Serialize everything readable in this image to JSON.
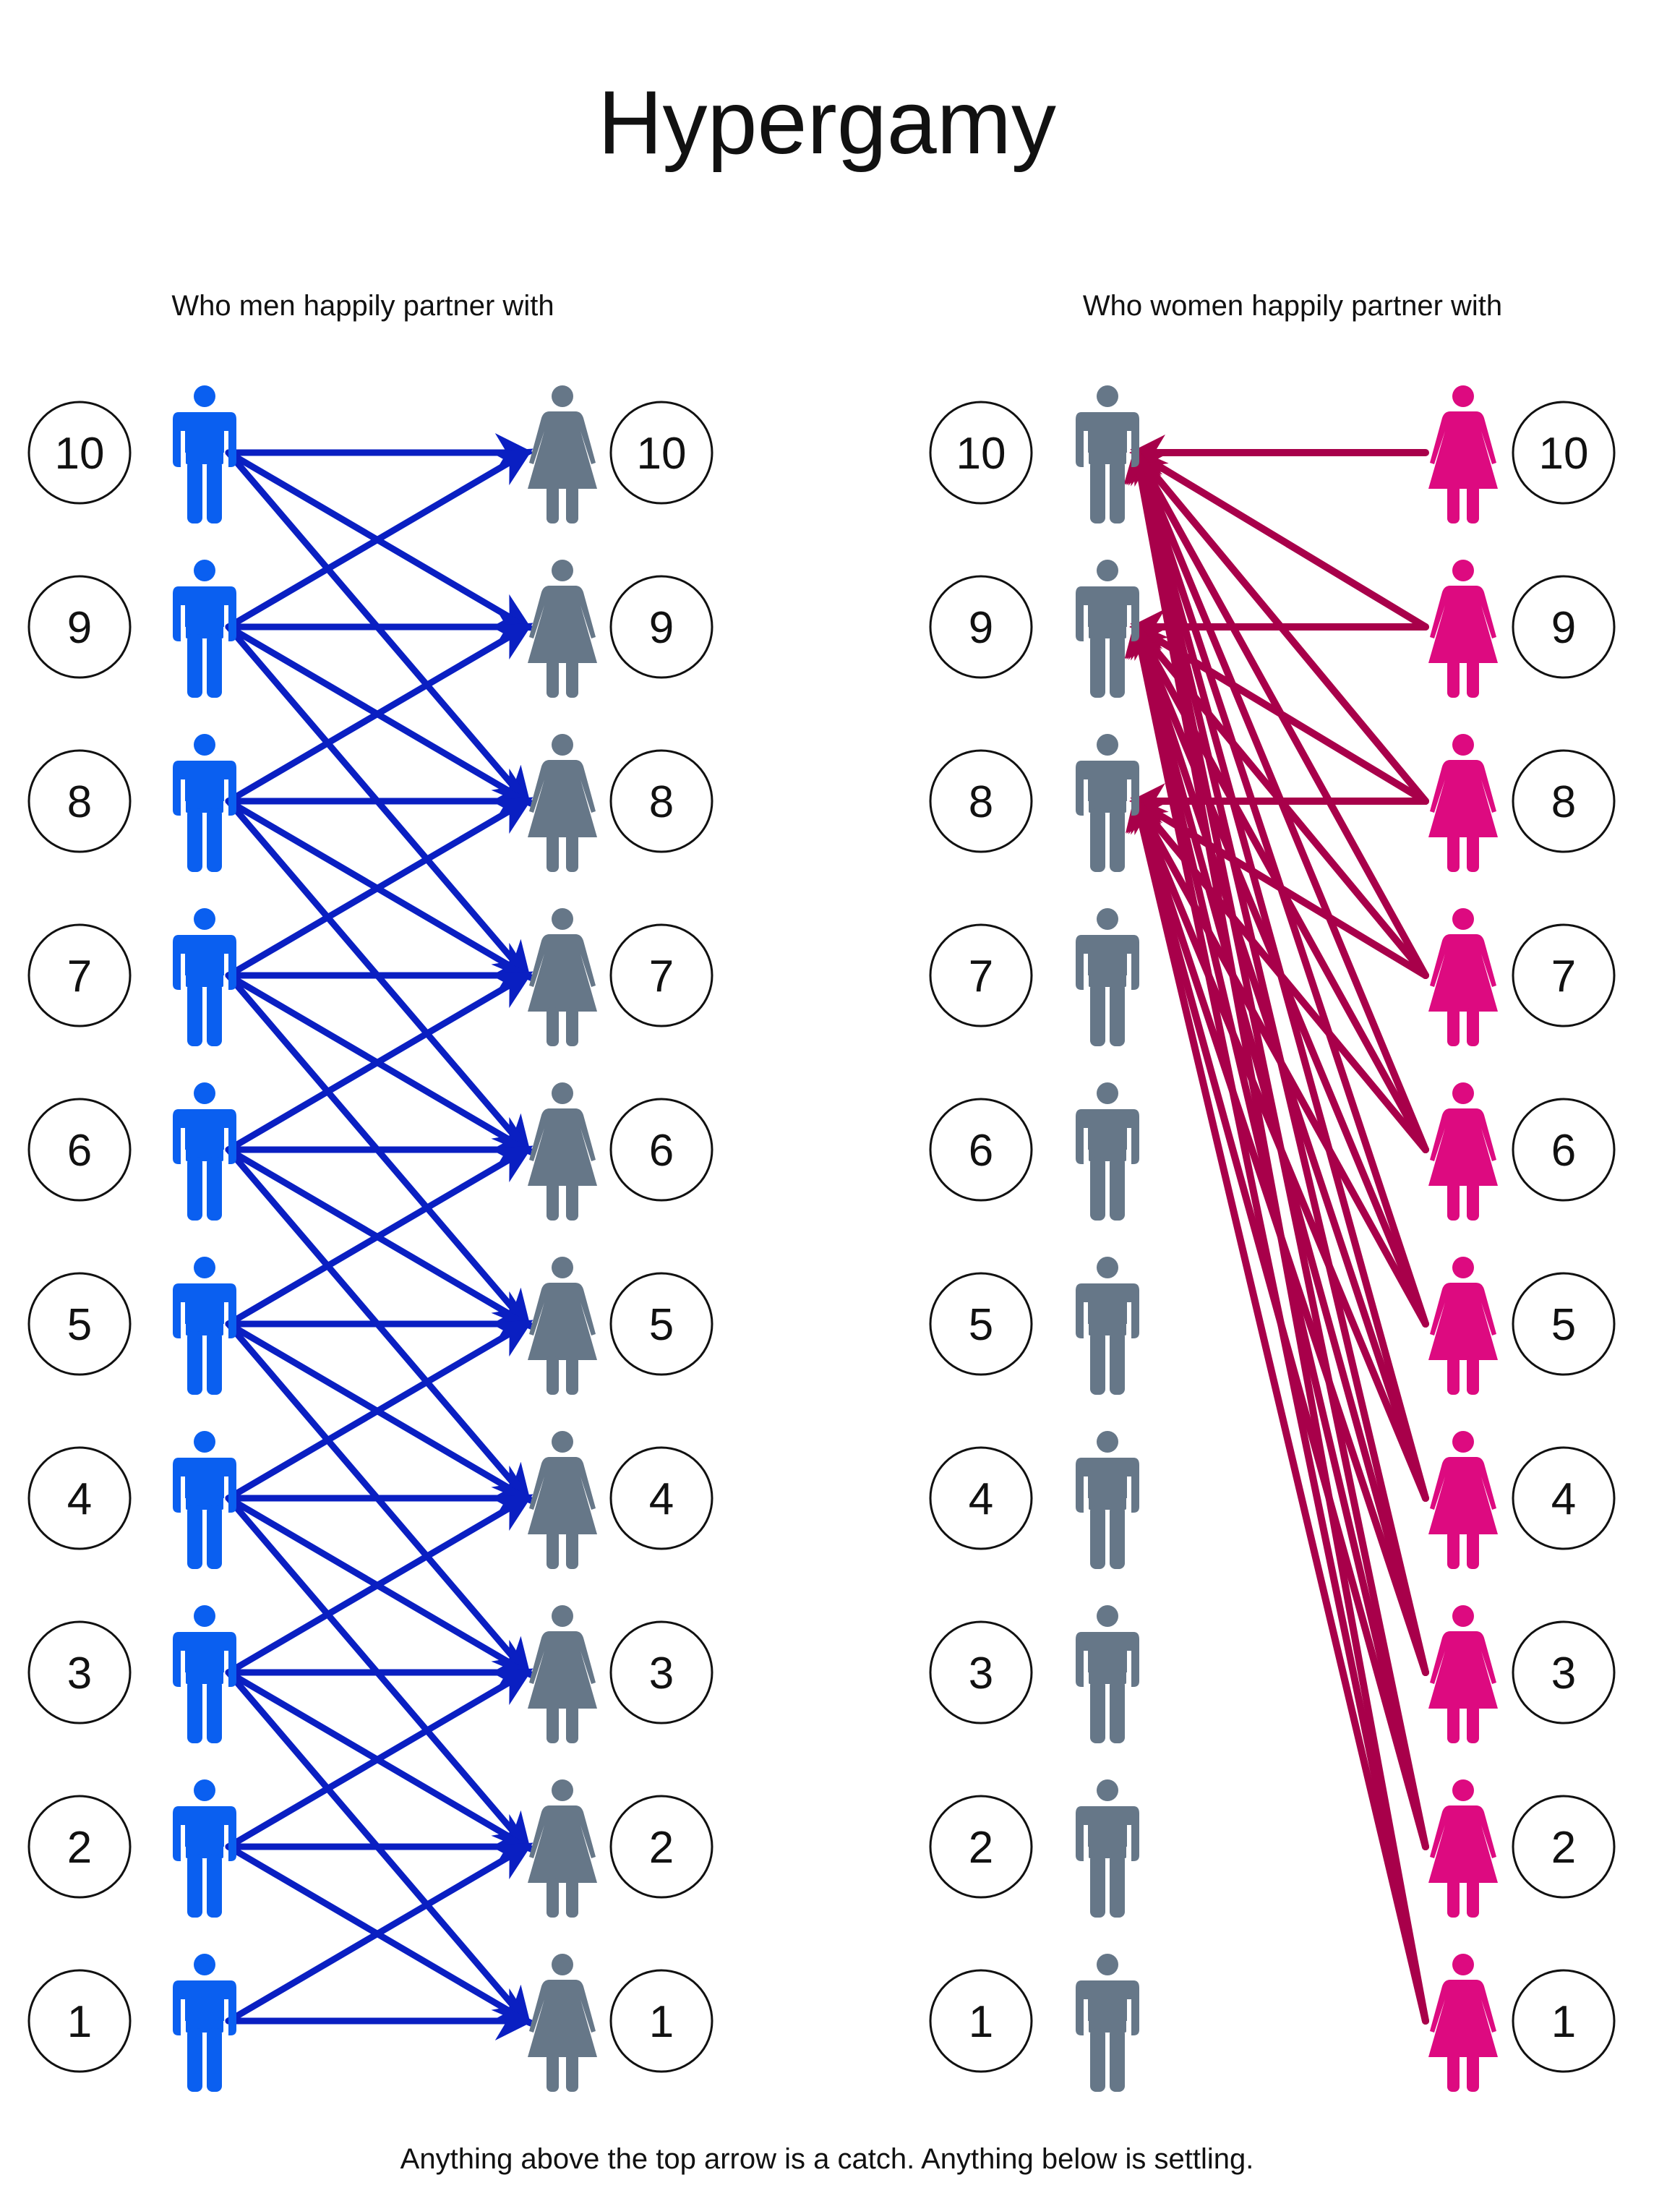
{
  "title": "Hypergamy",
  "footer": "Anything above the top arrow is a catch. Anything below is settling.",
  "colors": {
    "man_blue": "#0a5ff0",
    "arrow_blue": "#0a1fc2",
    "neutral_gray": "#667788",
    "woman_pink": "#dd0a80",
    "arrow_crimson": "#a8004a"
  },
  "left_panel": {
    "heading": "Who men happily partner with",
    "ratings": [
      "10",
      "9",
      "8",
      "7",
      "6",
      "5",
      "4",
      "3",
      "2",
      "1"
    ],
    "left_figure_icon": "man-icon",
    "right_figure_icon": "woman-icon",
    "arrows": [
      {
        "from": 10,
        "to": 10
      },
      {
        "from": 10,
        "to": 9
      },
      {
        "from": 10,
        "to": 8
      },
      {
        "from": 9,
        "to": 10
      },
      {
        "from": 9,
        "to": 9
      },
      {
        "from": 9,
        "to": 8
      },
      {
        "from": 9,
        "to": 7
      },
      {
        "from": 8,
        "to": 9
      },
      {
        "from": 8,
        "to": 8
      },
      {
        "from": 8,
        "to": 7
      },
      {
        "from": 8,
        "to": 6
      },
      {
        "from": 7,
        "to": 8
      },
      {
        "from": 7,
        "to": 7
      },
      {
        "from": 7,
        "to": 6
      },
      {
        "from": 7,
        "to": 5
      },
      {
        "from": 6,
        "to": 7
      },
      {
        "from": 6,
        "to": 6
      },
      {
        "from": 6,
        "to": 5
      },
      {
        "from": 6,
        "to": 4
      },
      {
        "from": 5,
        "to": 6
      },
      {
        "from": 5,
        "to": 5
      },
      {
        "from": 5,
        "to": 4
      },
      {
        "from": 5,
        "to": 3
      },
      {
        "from": 4,
        "to": 5
      },
      {
        "from": 4,
        "to": 4
      },
      {
        "from": 4,
        "to": 3
      },
      {
        "from": 4,
        "to": 2
      },
      {
        "from": 3,
        "to": 4
      },
      {
        "from": 3,
        "to": 3
      },
      {
        "from": 3,
        "to": 2
      },
      {
        "from": 3,
        "to": 1
      },
      {
        "from": 2,
        "to": 3
      },
      {
        "from": 2,
        "to": 2
      },
      {
        "from": 2,
        "to": 1
      },
      {
        "from": 1,
        "to": 2
      },
      {
        "from": 1,
        "to": 1
      }
    ]
  },
  "right_panel": {
    "heading": "Who women happily partner with",
    "ratings": [
      "10",
      "9",
      "8",
      "7",
      "6",
      "5",
      "4",
      "3",
      "2",
      "1"
    ],
    "left_figure_icon": "man-icon",
    "right_figure_icon": "woman-icon",
    "arrows": [
      {
        "from": 10,
        "to": 10
      },
      {
        "from": 9,
        "to": 10
      },
      {
        "from": 9,
        "to": 9
      },
      {
        "from": 8,
        "to": 10
      },
      {
        "from": 8,
        "to": 9
      },
      {
        "from": 8,
        "to": 8
      },
      {
        "from": 7,
        "to": 10
      },
      {
        "from": 7,
        "to": 9
      },
      {
        "from": 7,
        "to": 8
      },
      {
        "from": 6,
        "to": 10
      },
      {
        "from": 6,
        "to": 9
      },
      {
        "from": 6,
        "to": 8
      },
      {
        "from": 5,
        "to": 10
      },
      {
        "from": 5,
        "to": 9
      },
      {
        "from": 5,
        "to": 8
      },
      {
        "from": 4,
        "to": 10
      },
      {
        "from": 4,
        "to": 9
      },
      {
        "from": 4,
        "to": 8
      },
      {
        "from": 3,
        "to": 10
      },
      {
        "from": 3,
        "to": 9
      },
      {
        "from": 3,
        "to": 8
      },
      {
        "from": 2,
        "to": 10
      },
      {
        "from": 2,
        "to": 9
      },
      {
        "from": 2,
        "to": 8
      },
      {
        "from": 1,
        "to": 10
      },
      {
        "from": 1,
        "to": 9
      },
      {
        "from": 1,
        "to": 8
      }
    ]
  }
}
